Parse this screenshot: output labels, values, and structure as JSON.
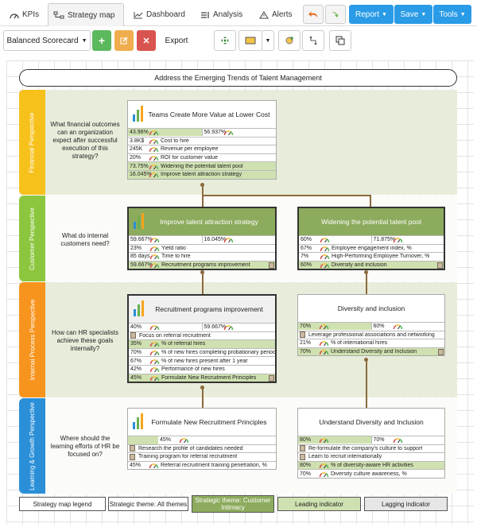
{
  "tabs": [
    {
      "label": "KPIs"
    },
    {
      "label": "Strategy map"
    },
    {
      "label": "Dashboard"
    },
    {
      "label": "Analysis"
    },
    {
      "label": "Alerts"
    }
  ],
  "toolbar": {
    "report": "Report",
    "save": "Save",
    "tools": "Tools",
    "scorecard": "Balanced Scorecard",
    "export": "Export"
  },
  "mission": "Address the Emerging Trends of Talent Management",
  "perspectives": [
    {
      "name": "Financial Perspective",
      "question": "What financial outcomes can an organization expect after successful execution of this strategy?"
    },
    {
      "name": "Customer Perspective",
      "question": "What do internal customers need?"
    },
    {
      "name": "Internal Process Perspective",
      "question": "How can HR specialists achieve these goals internally?"
    },
    {
      "name": "Learning & Growth Perspective",
      "question": "Where should the learning efforts of HR be focused on?"
    }
  ],
  "cards": {
    "teams": {
      "title": "Teams Create More Value at Lower Cost",
      "v1": "43.96%",
      "v2": "56.937%",
      "rows": [
        {
          "v": "3.8K$",
          "t": "Cost to hire"
        },
        {
          "v": "245K",
          "t": "Revenue per employee"
        },
        {
          "v": "20%",
          "t": "ROI for customer value"
        },
        {
          "v": "73.75%",
          "t": "Widening the potential talent pool"
        },
        {
          "v": "16.045%",
          "t": "Improve talent attraction strategy"
        }
      ]
    },
    "improve": {
      "title": "Improve talent attraction strategy",
      "v1": "59.667%",
      "v2": "16.045%",
      "rows": [
        {
          "v": "23%",
          "t": "Yield ratio"
        },
        {
          "v": "85 days",
          "t": "Time to hire"
        },
        {
          "v": "59.667%",
          "t": "Recruitment programs improvement"
        }
      ]
    },
    "widening": {
      "title": "Widening the potential talent pool",
      "v1": "60%",
      "v2": "71.875%",
      "rows": [
        {
          "v": "67%",
          "t": "Employee engagement index, %"
        },
        {
          "v": "7%",
          "t": "High-Performing Employee Turnover, %"
        },
        {
          "v": "60%",
          "t": "Diversity and inclusion"
        }
      ]
    },
    "recruit": {
      "title": "Recruitment programs improvement",
      "v1": "40%",
      "v2": "59.667%",
      "rows": [
        {
          "v": "",
          "t": "Focus on referral recruitment"
        },
        {
          "v": "35%",
          "t": "% of referral hires"
        },
        {
          "v": "70%",
          "t": "% of new hires completing probationary period"
        },
        {
          "v": "67%",
          "t": "% of new hires present after 1 year"
        },
        {
          "v": "42%",
          "t": "Performance of new hires"
        },
        {
          "v": "45%",
          "t": "Formulate New Recruitment Principles"
        }
      ]
    },
    "diversity": {
      "title": "Diversity and inclusion",
      "v1": "70%",
      "v2": "60%",
      "rows": [
        {
          "v": "",
          "t": "Leverage professional associations and networking"
        },
        {
          "v": "21%",
          "t": "% of international hires"
        },
        {
          "v": "70%",
          "t": "Understand Diversity and Inclusion"
        }
      ]
    },
    "formulate": {
      "title": "Formulate New Recruitment Principles",
      "v1": "45%",
      "rows": [
        {
          "v": "",
          "t": "Research the profile of candidates needed"
        },
        {
          "v": "",
          "t": "Training program for referral recruitment"
        },
        {
          "v": "45%",
          "t": "Referral recruitment training penetration, %"
        }
      ]
    },
    "understand": {
      "title": "Understand Diversity and Inclusion",
      "v1": "80%",
      "v2": "70%",
      "rows": [
        {
          "v": "",
          "t": "Re-formulate the company's culture to support"
        },
        {
          "v": "",
          "t": "Learn to recruit internationally"
        },
        {
          "v": "80%",
          "t": "% of diversity-aware HR activities"
        },
        {
          "v": "70%",
          "t": "Diversity culture awareness, %"
        }
      ]
    }
  },
  "legend": [
    {
      "label": "Strategy map legend"
    },
    {
      "label": "Strategic theme: All themes"
    },
    {
      "label": "Strategic theme: Customer Intimacy"
    },
    {
      "label": "Leading indicator"
    },
    {
      "label": "Lagging indicator"
    }
  ],
  "colors": {
    "financial": "#f7c11c",
    "customer": "#8cc63f",
    "process": "#f7941d",
    "learning": "#2b8fd8",
    "theme": "#8cab5d",
    "lead": "#cfe1b0",
    "accent": "#2a9be6"
  }
}
